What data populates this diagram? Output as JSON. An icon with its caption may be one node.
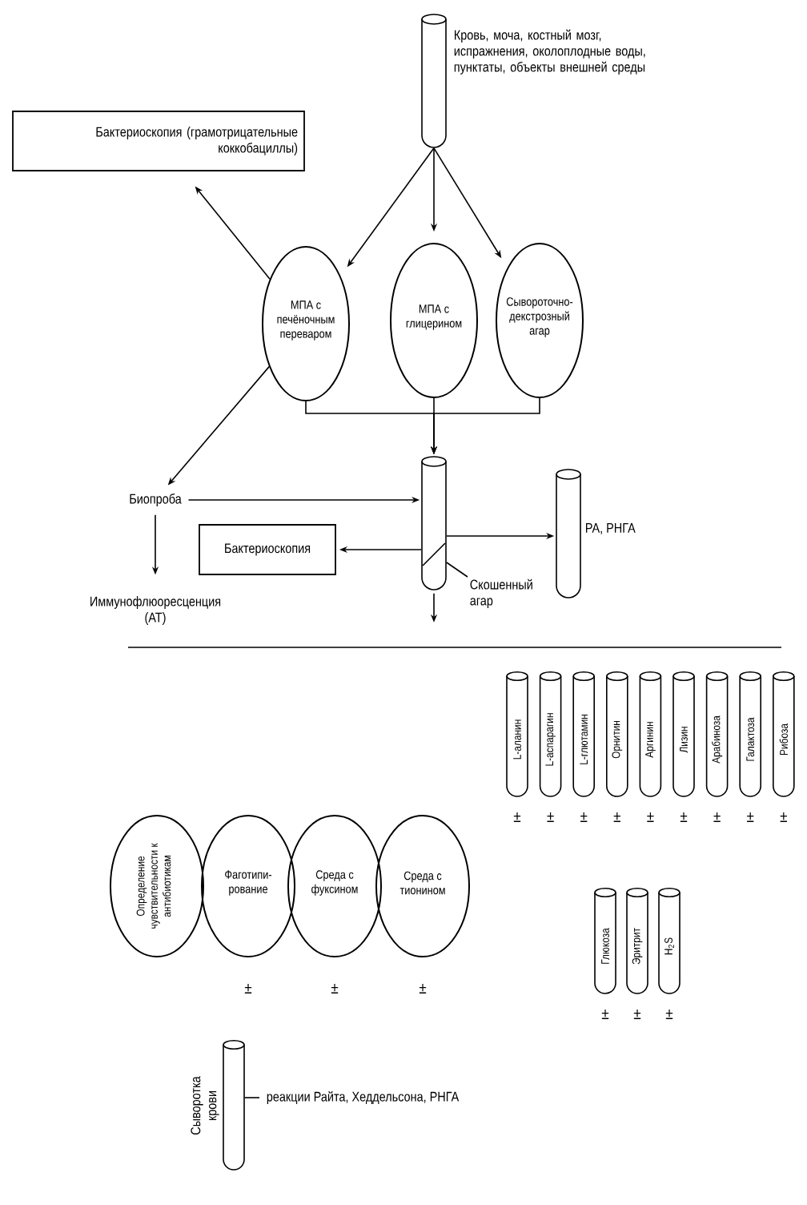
{
  "diagram": {
    "nodes": [
      {
        "text": [],
        "shape": "tube",
        "beside": [
          "Кровь, моча, костный мозг, испражнения, околоплодные воды, пунктаты, объекты внешней среды"
        ]
      },
      {
        "text": [
          "Бактериоскопия (грамотрицательные коккобациллы)"
        ]
      },
      {
        "text": [
          "МПА с печёночным переваром"
        ]
      },
      {
        "text": [
          "МПА с глицерином"
        ]
      },
      {
        "text": [
          "Сывороточно-декстрозный агар"
        ]
      },
      {
        "text": [
          "Биопроба"
        ]
      },
      {
        "text": [],
        "shape": "tube"
      },
      {
        "text": [],
        "shape": "tube",
        "beside": [
          "РА, РНГА"
        ]
      },
      {
        "text": [
          "Бактериоскопия"
        ]
      },
      {
        "text": [
          "Скошенный агар"
        ]
      },
      {
        "text": [
          "Иммунофлюоресценция (АТ)"
        ]
      },
      {
        "text": [
          "L-аланин"
        ],
        "beside": [
          "±"
        ]
      },
      {
        "text": [
          "L-аспарагин"
        ],
        "beside": [
          "±"
        ]
      },
      {
        "text": [
          "L-глютамин"
        ],
        "beside": [
          "±"
        ]
      },
      {
        "text": [
          "Орнитин"
        ],
        "beside": [
          "±"
        ]
      },
      {
        "text": [
          "Аргинин"
        ],
        "beside": [
          "±"
        ]
      },
      {
        "text": [
          "Лизин"
        ],
        "beside": [
          "±"
        ]
      },
      {
        "text": [
          "Арабиноза"
        ],
        "beside": [
          "±"
        ]
      },
      {
        "text": [
          "Галактоза"
        ],
        "beside": [
          "±"
        ]
      },
      {
        "text": [
          "Рибоза"
        ],
        "beside": [
          "±"
        ]
      },
      {
        "text": [
          "Определение чувствительности к антибиотикам"
        ]
      },
      {
        "text": [
          "Фаготипи-рование"
        ],
        "beside": [
          "±"
        ]
      },
      {
        "text": [
          "Среда с фуксином"
        ],
        "beside": [
          "±"
        ]
      },
      {
        "text": [
          "Среда с тионином"
        ],
        "beside": [
          "±"
        ]
      },
      {
        "text": [
          "Глюкоза"
        ],
        "beside": [
          "±"
        ]
      },
      {
        "text": [
          "Эритрит"
        ],
        "beside": [
          "±"
        ]
      },
      {
        "text": [
          "H$_{2}$S"
        ],
        "beside": [
          "±"
        ]
      },
      {
        "text": [],
        "shape": "tube",
        "beside": [
          "Сыворотка крови"
        ]
      },
      {
        "text": [
          "реакции Райта, Хеддельсона, РНГА"
        ]
      }
    ],
    "edges": [
      {
        "from": 0,
        "to": 2,
        "arrow": "to"
      },
      {
        "from": 0,
        "to": 3,
        "arrow": "to"
      },
      {
        "from": 0,
        "to": 4,
        "arrow": "to"
      },
      {
        "from": 2,
        "to": 1,
        "arrow": "to"
      },
      {
        "from": 2,
        "to": 5,
        "arrow": "to"
      },
      {
        "from": 2,
        "to": 6,
        "arrow": "to"
      },
      {
        "from": 3,
        "to": 6,
        "arrow": "to"
      },
      {
        "from": 4,
        "to": 6,
        "arrow": "to"
      },
      {
        "from": 5,
        "to": 6,
        "arrow": "to"
      },
      {
        "from": 5,
        "to": 10,
        "arrow": "to"
      },
      {
        "from": 6,
        "to": 8,
        "arrow": "to"
      },
      {
        "from": 6,
        "to": 7,
        "arrow": "to"
      },
      {
        "from": 6,
        "to": null,
        "arrow": "to"
      },
      {
        "from": 9,
        "to": 6,
        "arrow": "none"
      },
      {
        "from": 27,
        "to": 28,
        "arrow": "none"
      }
    ]
  }
}
